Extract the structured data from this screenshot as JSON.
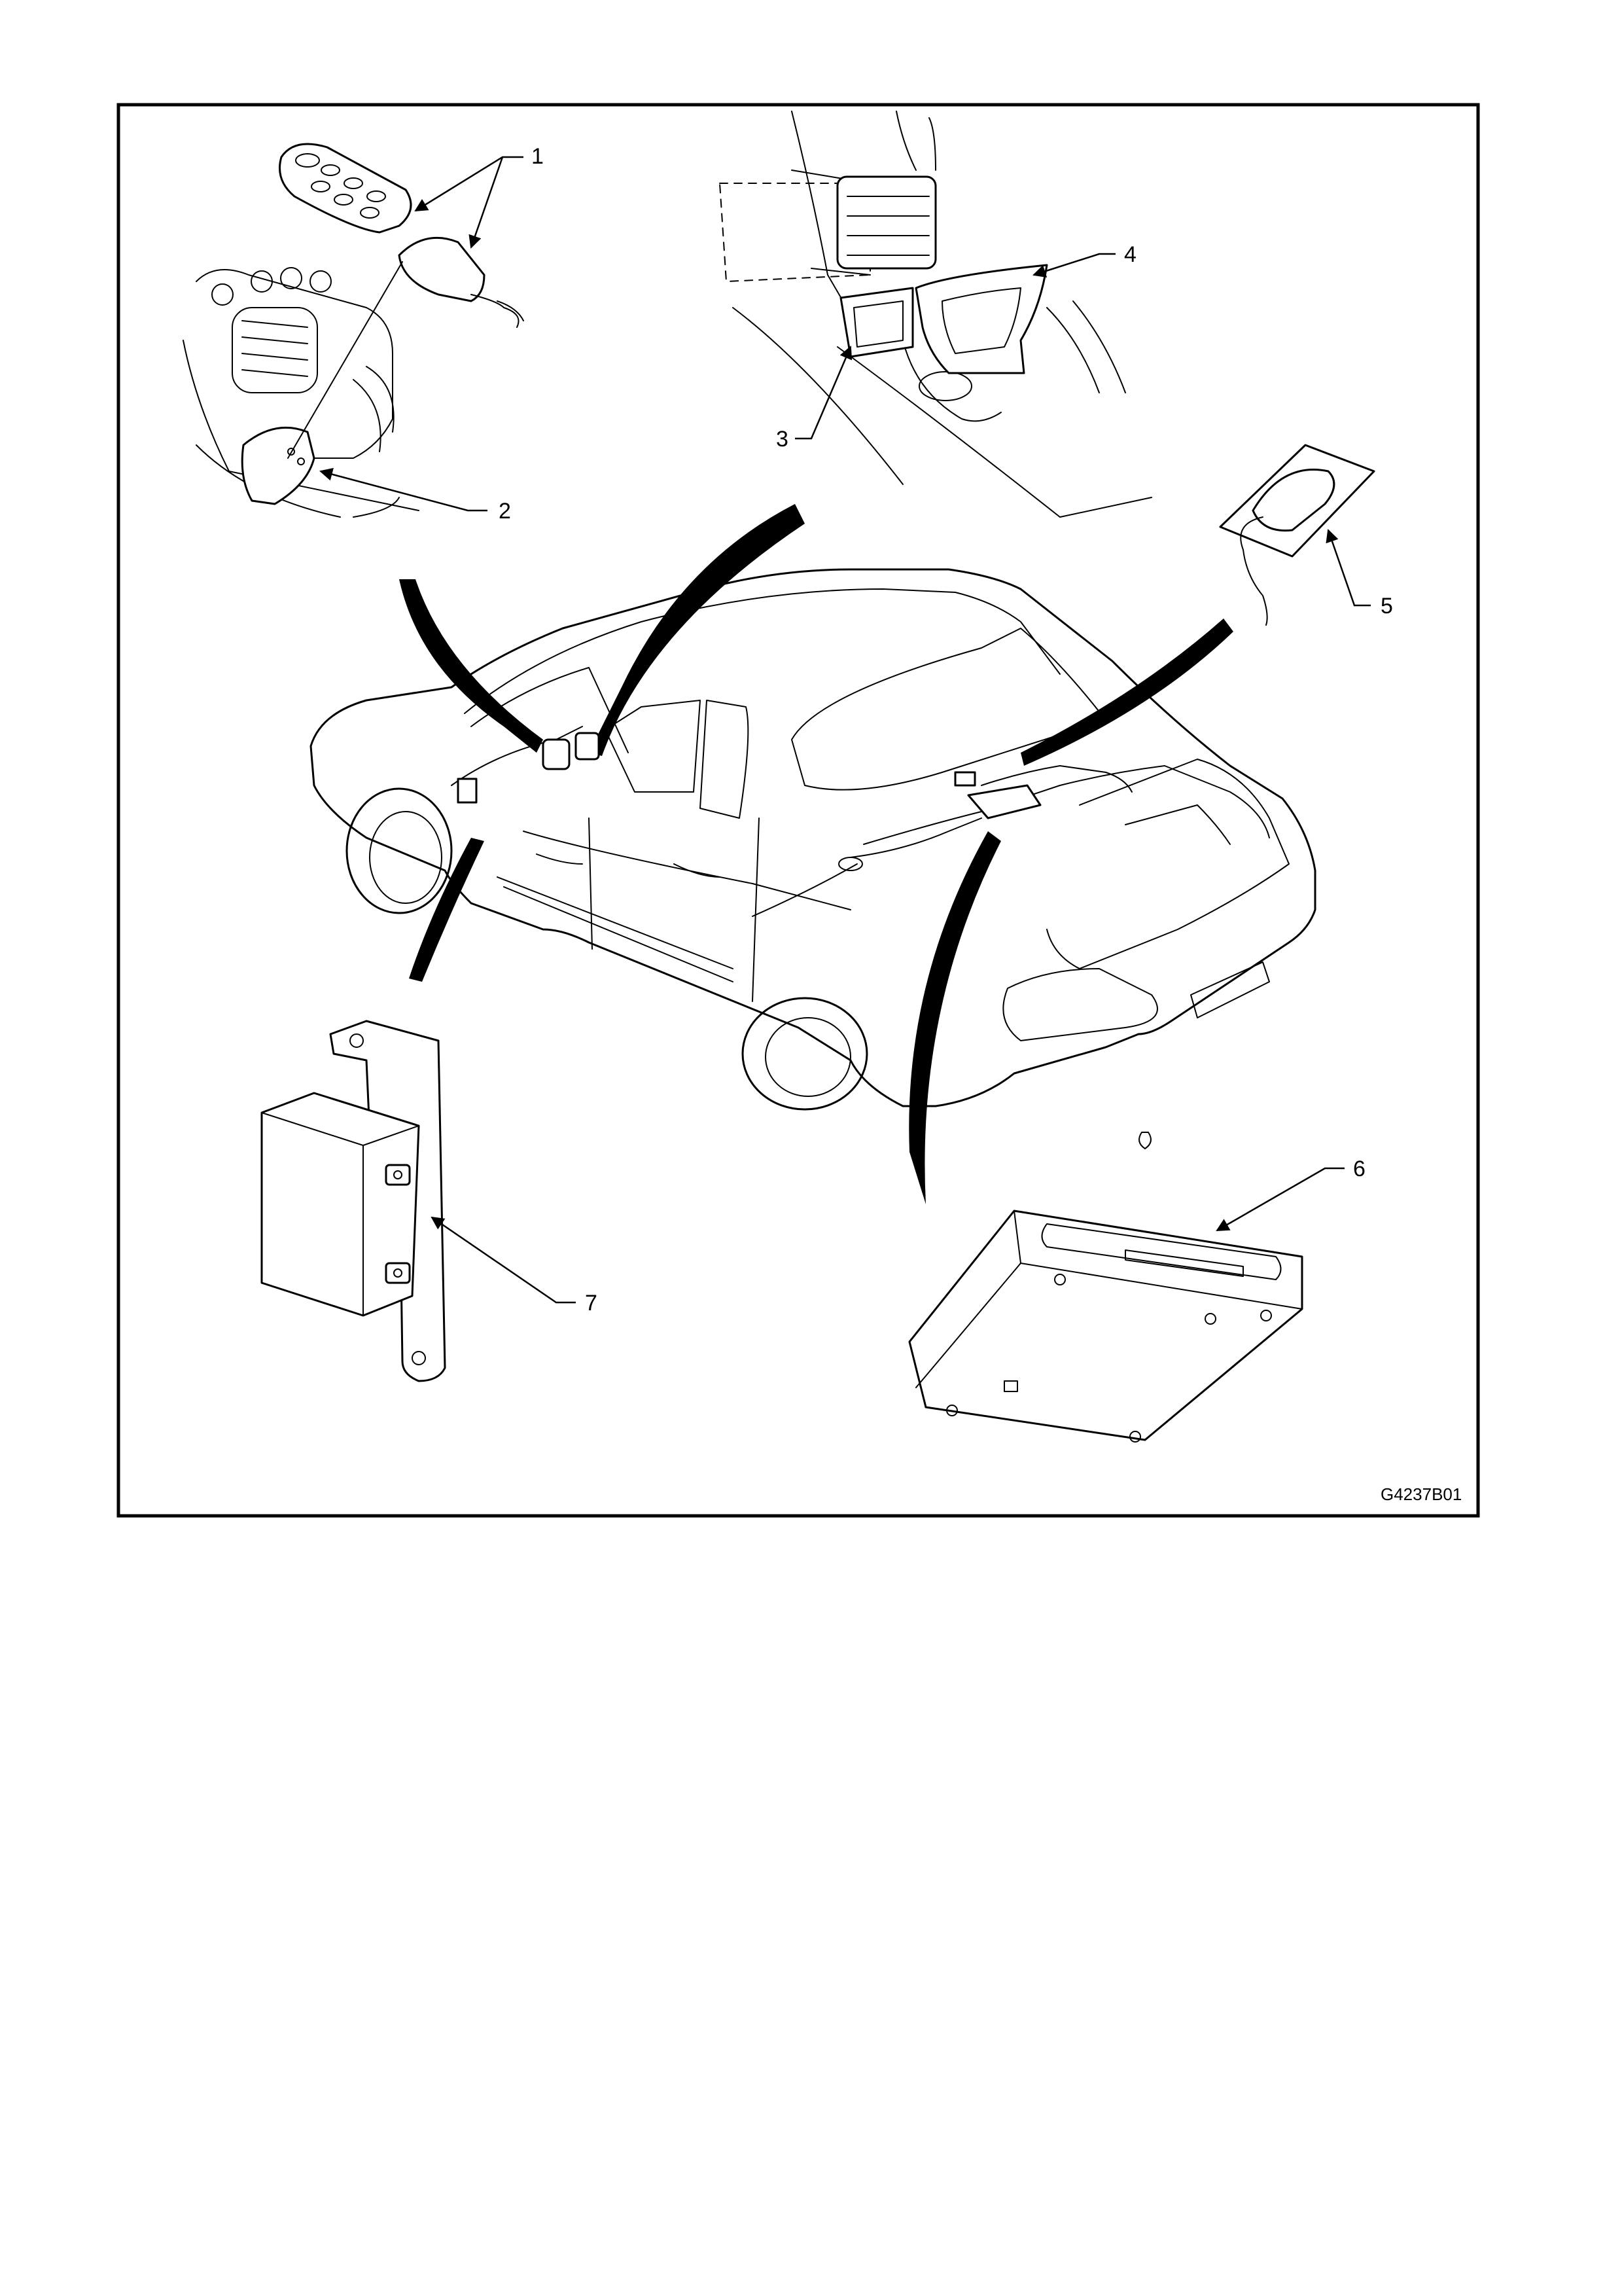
{
  "figure": {
    "id_label": "G4237B01"
  },
  "callouts": [
    {
      "number": "1"
    },
    {
      "number": "2"
    },
    {
      "number": "3"
    },
    {
      "number": "4"
    },
    {
      "number": "5"
    },
    {
      "number": "6"
    },
    {
      "number": "7"
    }
  ]
}
